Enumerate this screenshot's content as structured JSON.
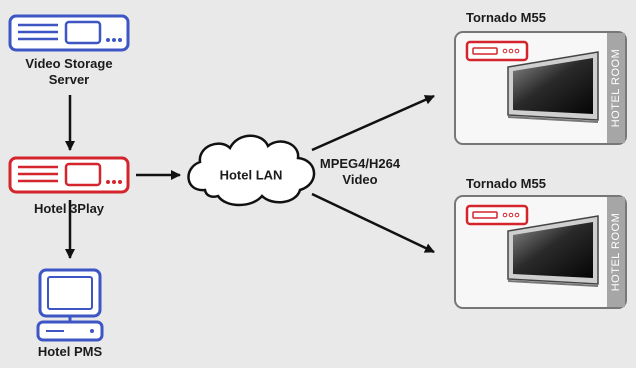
{
  "nodes": {
    "storage": {
      "line1": "Video Storage",
      "line2": "Server",
      "icon": "server-icon",
      "color": "#3d56c4"
    },
    "threeplay": {
      "label": "Hotel 3Play",
      "icon": "server-icon",
      "color": "#d3252b"
    },
    "pms": {
      "label": "Hotel PMS",
      "icon": "computer-icon",
      "color": "#3d56c4"
    },
    "lan": {
      "label": "Hotel LAN",
      "icon": "cloud-icon"
    }
  },
  "stream": {
    "line1": "MPEG4/H264",
    "line2": "Video"
  },
  "rooms": [
    {
      "device": "Tornado M55",
      "room_label": "HOTEL ROOM"
    },
    {
      "device": "Tornado M55",
      "room_label": "HOTEL ROOM"
    }
  ]
}
